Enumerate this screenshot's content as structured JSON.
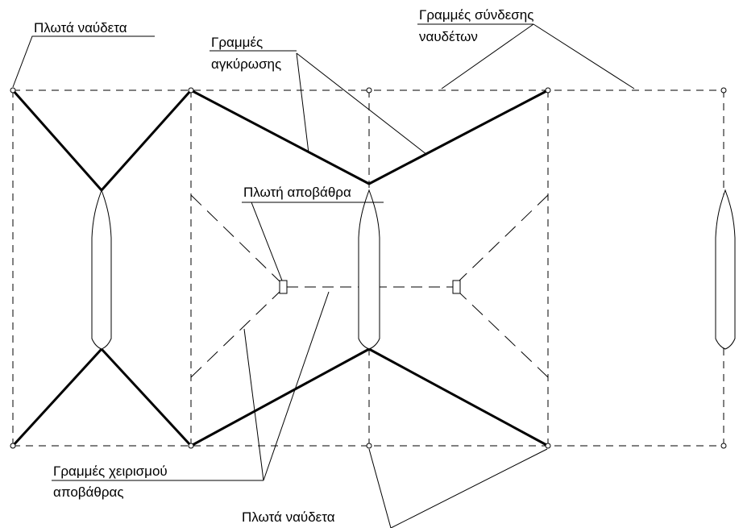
{
  "labels": {
    "floating_buoys_top": "Πλωτά ναύδετα",
    "mooring_lines_1": "Γραμμές",
    "mooring_lines_2": "αγκύρωσης",
    "connection_lines_1": "Γραμμές σύνδεσης",
    "connection_lines_2": "ναυδέτων",
    "floating_pontoon": "Πλωτή αποβάθρα",
    "pontoon_handling_lines_1": "Γραμμές χειρισμού",
    "pontoon_handling_lines_2": "αποβάθρας",
    "floating_buoys_bottom": "Πλωτά ναύδετα"
  }
}
